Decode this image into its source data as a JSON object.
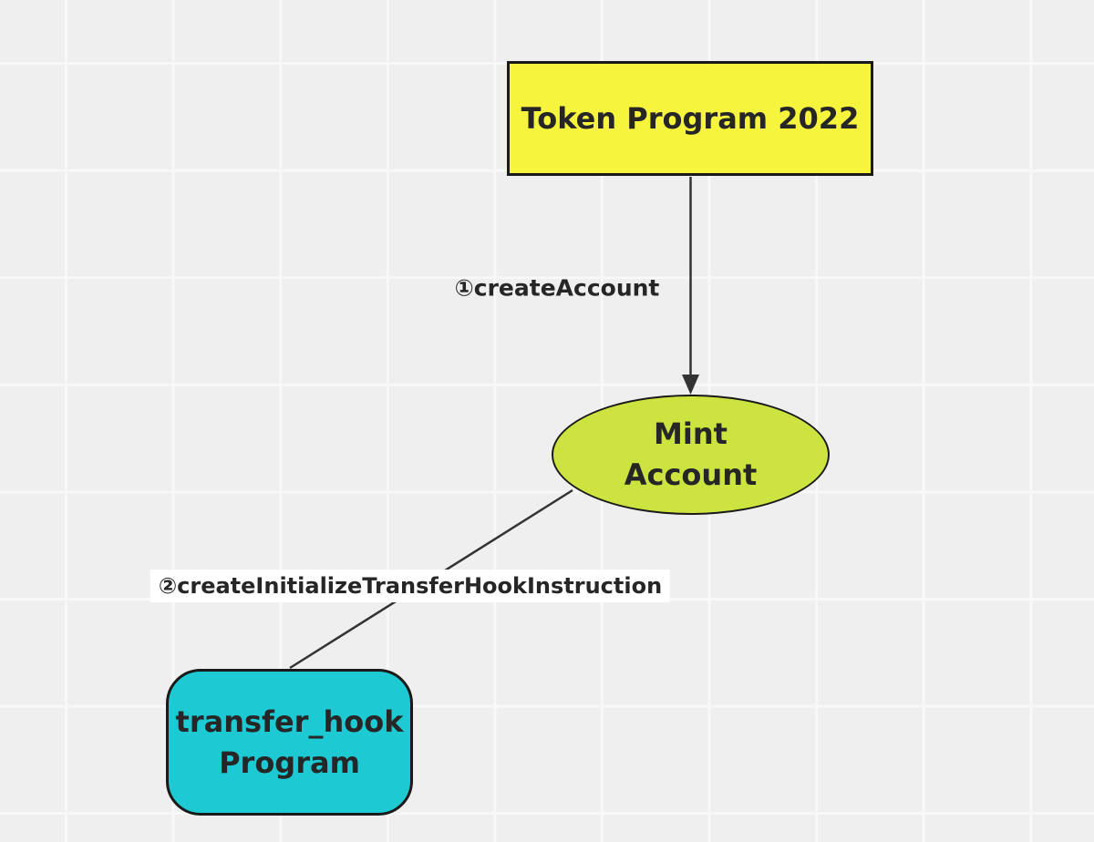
{
  "page": {
    "background_color": "#efefef",
    "grid_line_color": "#f8f8f8"
  },
  "diagram": {
    "text_color": "#262626",
    "edge_color": "#333333",
    "nodes": [
      {
        "id": "token-program-2022",
        "shape": "rectangle",
        "lines": [
          "Token Program 2022"
        ],
        "fill": "#f7f43e",
        "border_color": "#1a1a1a"
      },
      {
        "id": "mint-account",
        "shape": "ellipse",
        "lines": [
          "Mint",
          "Account"
        ],
        "fill": "#cde33f",
        "border_color": "#1a1a1a"
      },
      {
        "id": "transfer-hook-program",
        "shape": "rounded-rectangle",
        "lines": [
          "transfer_hook",
          "Program"
        ],
        "fill": "#1dcad3",
        "border_color": "#1a1a1a"
      }
    ],
    "edges": [
      {
        "from": "token-program-2022",
        "to": "mint-account",
        "label": "①createAccount",
        "arrowhead": "down-triangle"
      },
      {
        "from": "mint-account",
        "to": "transfer-hook-program",
        "label": "②createInitializeTransferHookInstruction",
        "arrowhead": "none"
      }
    ]
  }
}
